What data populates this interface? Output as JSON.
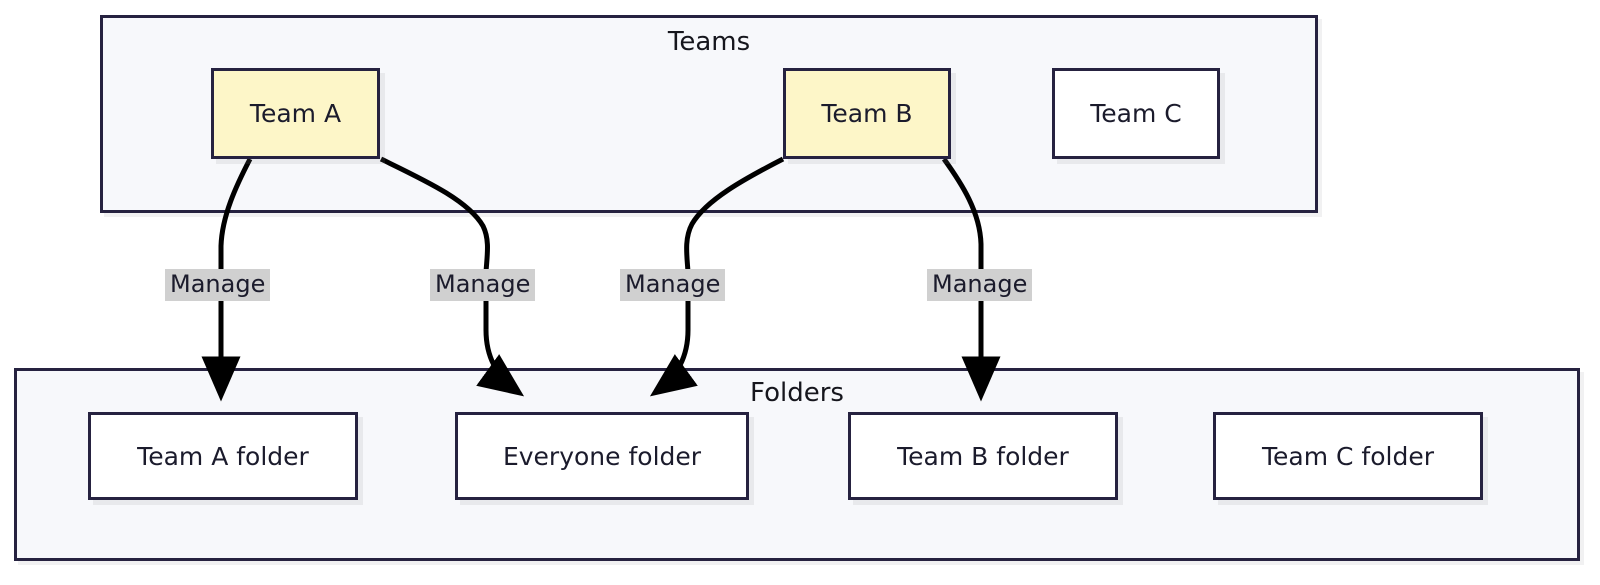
{
  "diagram": {
    "title_teams": "Teams",
    "title_folders": "Folders",
    "colors": {
      "node_border": "#262240",
      "node_fill_highlight": "#fdf6c8",
      "node_fill_plain": "#ffffff",
      "cluster_background": "#f7f8fb",
      "edge_stroke": "#000000",
      "edge_label_background": "#d0d0d0",
      "text": "#1b1b2c"
    },
    "clusters": [
      {
        "id": "teams",
        "label": "Teams"
      },
      {
        "id": "folders",
        "label": "Folders"
      }
    ],
    "teams": [
      {
        "id": "team-a",
        "label": "Team A",
        "fill": "highlight"
      },
      {
        "id": "team-b",
        "label": "Team B",
        "fill": "highlight"
      },
      {
        "id": "team-c",
        "label": "Team C",
        "fill": "plain"
      }
    ],
    "folders": [
      {
        "id": "team-a-folder",
        "label": "Team A folder"
      },
      {
        "id": "everyone-folder",
        "label": "Everyone folder"
      },
      {
        "id": "team-b-folder",
        "label": "Team B folder"
      },
      {
        "id": "team-c-folder",
        "label": "Team C folder"
      }
    ],
    "edges": [
      {
        "id": "edge-0",
        "from": "team-a",
        "to": "team-a-folder",
        "label": "Manage"
      },
      {
        "id": "edge-1",
        "from": "team-a",
        "to": "everyone-folder",
        "label": "Manage"
      },
      {
        "id": "edge-2",
        "from": "team-b",
        "to": "everyone-folder",
        "label": "Manage"
      },
      {
        "id": "edge-3",
        "from": "team-b",
        "to": "team-b-folder",
        "label": "Manage"
      }
    ]
  }
}
